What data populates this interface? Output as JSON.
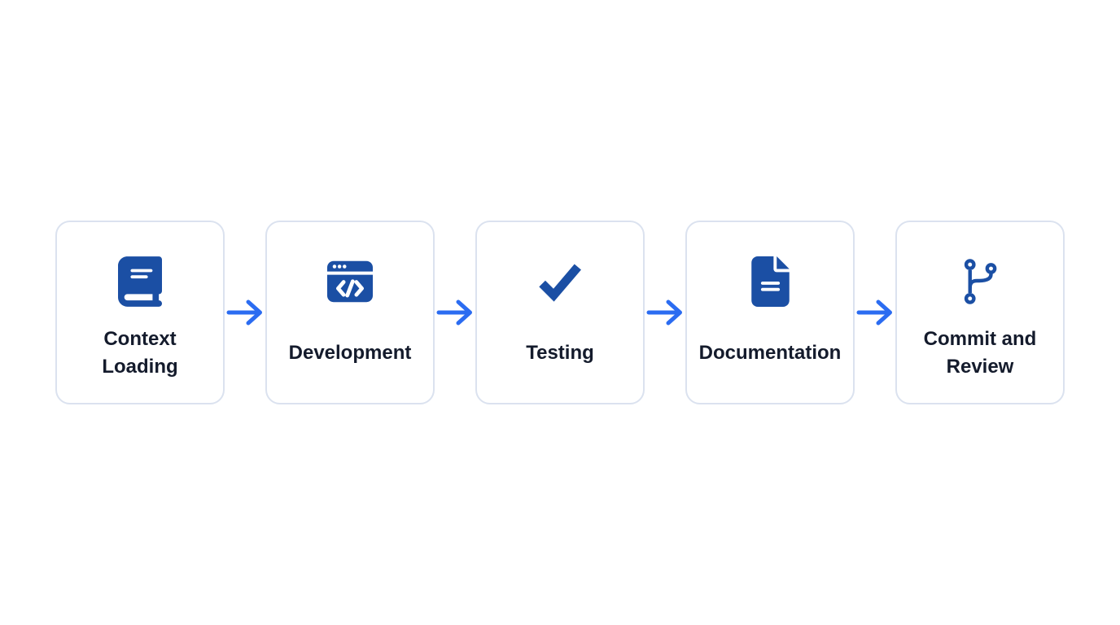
{
  "page": {
    "background": "#ffffff"
  },
  "flow": {
    "steps": [
      {
        "label": "Context Loading",
        "icon": "book-icon"
      },
      {
        "label": "Development",
        "icon": "code-window-icon"
      },
      {
        "label": "Testing",
        "icon": "checkmark-icon"
      },
      {
        "label": "Documentation",
        "icon": "document-icon"
      },
      {
        "label": "Commit and Review",
        "icon": "git-branch-icon"
      }
    ],
    "connector": "right-arrow",
    "colors": {
      "icon_blue": "#1b4fa4",
      "arrow_blue": "#2b6cf1",
      "card_border": "#dbe2ef",
      "card_background": "#ffffff",
      "label_text": "#141b2c"
    }
  }
}
